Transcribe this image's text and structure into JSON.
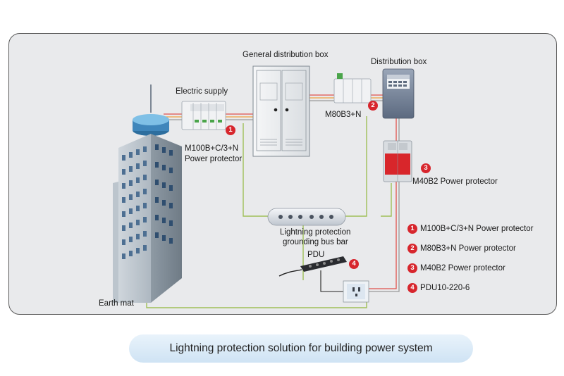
{
  "labels": {
    "general_box": "General distribution box",
    "distribution_box": "Distribution box",
    "electric_supply": "Electric supply",
    "m100_line1": "M100B+C/3+N",
    "m100_line2": "Power protector",
    "m80": "M80B3+N",
    "m40": "M40B2 Power protector",
    "bus_line1": "Lightning protection",
    "bus_line2": "grounding bus bar",
    "pdu": "PDU",
    "earth_mat": "Earth mat"
  },
  "badges": [
    "1",
    "2",
    "3",
    "4"
  ],
  "legend": [
    {
      "num": "1",
      "text": "M100B+C/3+N Power protector"
    },
    {
      "num": "2",
      "text": "M80B3+N Power protector"
    },
    {
      "num": "3",
      "text": "M40B2 Power protector"
    },
    {
      "num": "4",
      "text": "PDU10-220-6"
    }
  ],
  "caption": "Lightning protection solution for building power system",
  "colors": {
    "badge": "#d7262d",
    "ground_wire": "#9fbf58",
    "wire_red": "#e0524c",
    "wire_orange": "#f0a040",
    "wire_gray": "#9a9a9a",
    "panel": "#e9eaec",
    "caption_bg": "#d8e8f6"
  }
}
